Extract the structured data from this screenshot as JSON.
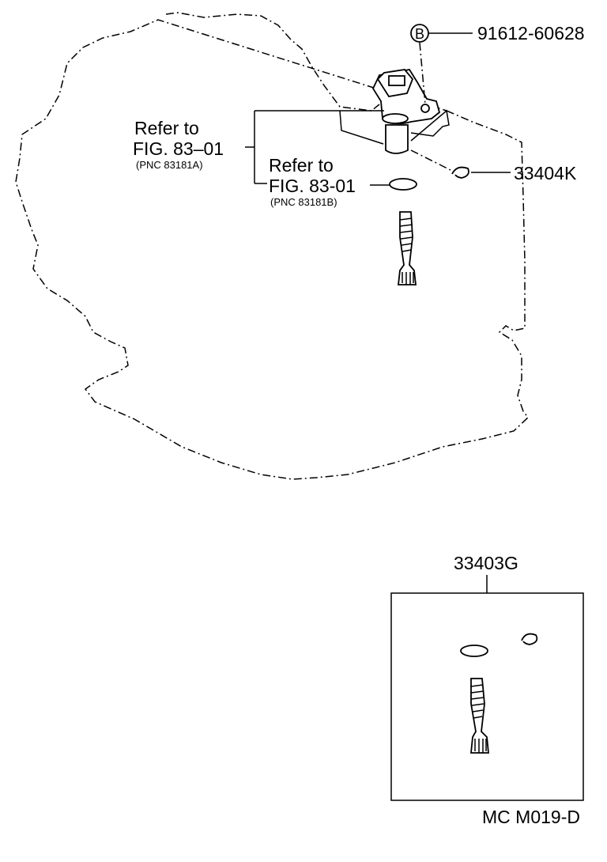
{
  "callouts": {
    "ref_a": {
      "line1": "Refer to",
      "line2": "FIG. 83–01",
      "pnc": "(PNC 83181A)"
    },
    "ref_b": {
      "line1": "Refer to",
      "line2": "FIG. 83-01",
      "pnc": "(PNC 83181B)"
    },
    "bolt": {
      "badge": "B",
      "part_no": "91612-60628"
    },
    "clip": {
      "part_no": "33404K"
    },
    "kit": {
      "part_no": "33403G"
    }
  },
  "footer": {
    "figure_code": "MC M019-D"
  }
}
